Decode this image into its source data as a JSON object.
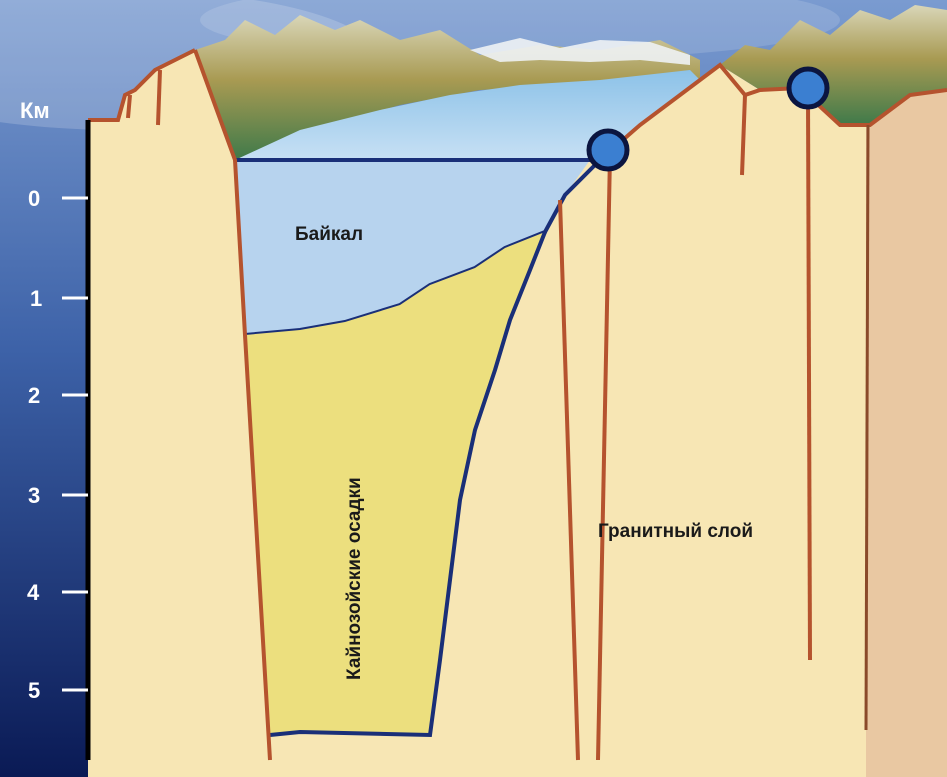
{
  "axis": {
    "unit": "Км",
    "ticks": [
      "0",
      "1",
      "2",
      "3",
      "4",
      "5"
    ]
  },
  "labels": {
    "lake": "Байкал",
    "sediments": "Кайнозойские осадки",
    "granite": "Гранитный слой"
  },
  "colors": {
    "background_top": "#6a8fc7",
    "background_bottom": "#0a1a55",
    "cross_section": "#f7e6b4",
    "lake_water": "#b7d3ee",
    "sediment_fill": "#ecdf7e",
    "fault_line": "#b5532e",
    "outline": "#1a2f78",
    "hot_spring": "#3b7fd1"
  }
}
